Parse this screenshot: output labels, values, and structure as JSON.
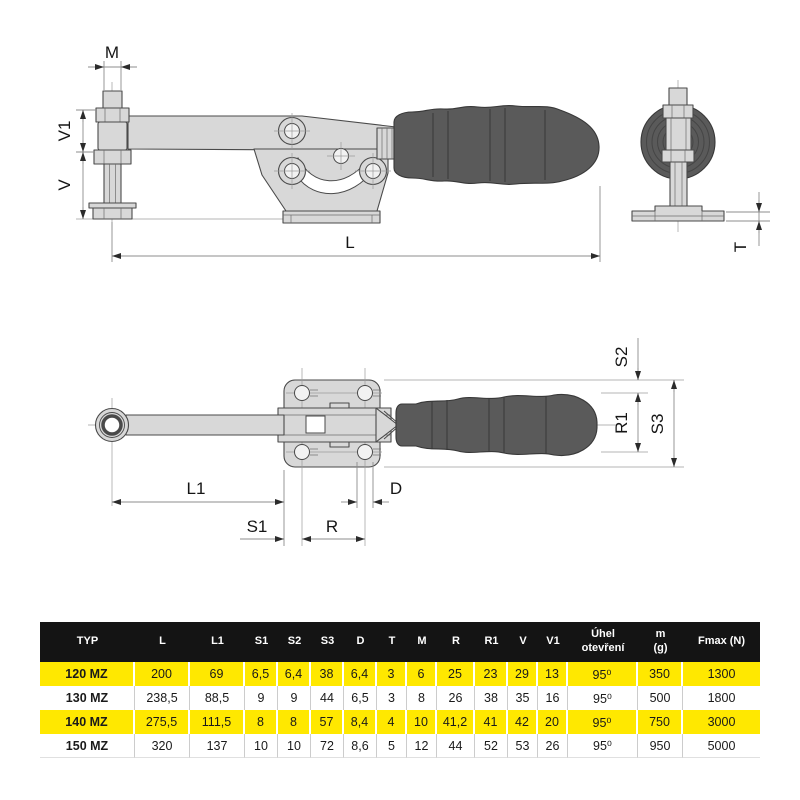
{
  "drawing": {
    "labels": {
      "m": "M",
      "v1": "V1",
      "v": "V",
      "l": "L",
      "t": "T",
      "s2": "S2",
      "r1": "R1",
      "s3": "S3",
      "l1": "L1",
      "s1": "S1",
      "r": "R",
      "d": "D"
    }
  },
  "table": {
    "columns": [
      "TYP",
      "L",
      "L1",
      "S1",
      "S2",
      "S3",
      "D",
      "T",
      "M",
      "R",
      "R1",
      "V",
      "V1",
      "Úhel\notevření",
      "m\n(g)",
      "Fmax (N)"
    ],
    "rows": [
      {
        "highlight": true,
        "cells": [
          "120 MZ",
          "200",
          "69",
          "6,5",
          "6,4",
          "38",
          "6,4",
          "3",
          "6",
          "25",
          "23",
          "29",
          "13",
          "95⁰",
          "350",
          "1300"
        ]
      },
      {
        "highlight": false,
        "cells": [
          "130 MZ",
          "238,5",
          "88,5",
          "9",
          "9",
          "44",
          "6,5",
          "3",
          "8",
          "26",
          "38",
          "35",
          "16",
          "95⁰",
          "500",
          "1800"
        ]
      },
      {
        "highlight": true,
        "cells": [
          "140 MZ",
          "275,5",
          "111,5",
          "8",
          "8",
          "57",
          "8,4",
          "4",
          "10",
          "41,2",
          "41",
          "42",
          "20",
          "95⁰",
          "750",
          "3000"
        ]
      },
      {
        "highlight": false,
        "cells": [
          "150 MZ",
          "320",
          "137",
          "10",
          "10",
          "72",
          "8,6",
          "5",
          "12",
          "44",
          "52",
          "53",
          "26",
          "95⁰",
          "950",
          "5000"
        ]
      }
    ]
  },
  "colors": {
    "highlight": "#ffe800",
    "header_bg": "#141414",
    "header_text": "#ffffff",
    "metal": "#d8d8d8",
    "outline": "#4a4a4a",
    "handle": "#5a5a5a",
    "dim_line": "#8c8c8c"
  }
}
